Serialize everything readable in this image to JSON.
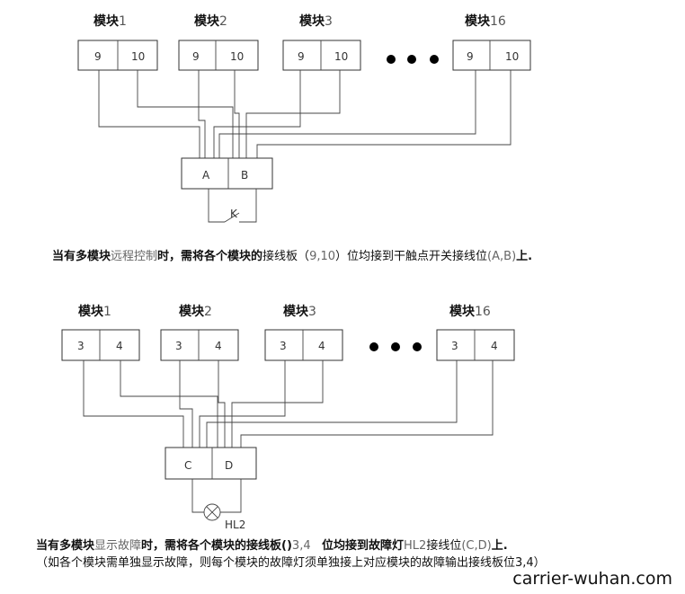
{
  "diagram1": {
    "modules": [
      {
        "name": "模块",
        "num": "1",
        "terminals": [
          "9",
          "10"
        ]
      },
      {
        "name": "模块",
        "num": "2",
        "terminals": [
          "9",
          "10"
        ]
      },
      {
        "name": "模块",
        "num": "3",
        "terminals": [
          "9",
          "10"
        ]
      },
      {
        "name": "模块",
        "num": "16",
        "terminals": [
          "9",
          "10"
        ]
      }
    ],
    "switch_terminals": [
      "A",
      "B"
    ],
    "switch_label": "K",
    "note": {
      "p1": "当有多模块",
      "p2": "远程控制",
      "p3": "时，需将各个模块的",
      "p4": "接线板（",
      "p5": "9,10",
      "p6": "）位均接到",
      "p7": "干触点开关接线位",
      "p8": "(A,B)",
      "p9": "上."
    }
  },
  "diagram2": {
    "modules": [
      {
        "name": "模块",
        "num": "1",
        "terminals": [
          "3",
          "4"
        ]
      },
      {
        "name": "模块",
        "num": "2",
        "terminals": [
          "3",
          "4"
        ]
      },
      {
        "name": "模块",
        "num": "3",
        "terminals": [
          "3",
          "4"
        ]
      },
      {
        "name": "模块",
        "num": "16",
        "terminals": [
          "3",
          "4"
        ]
      }
    ],
    "lamp_terminals": [
      "C",
      "D"
    ],
    "lamp_label": "HL2",
    "note": {
      "p1": "当有多模块",
      "p2": "显示故障",
      "p3": "时，需将各个模块的接线板()",
      "p4": "3,4",
      "p5": "位均接到故障灯",
      "p6": "HL2",
      "p7": "接线位",
      "p8": "(C,D)",
      "p9": "上.",
      "line2": "（如各个模块需单独显示故障，则每个模块的故障灯须单独接上对应模块的故障输出接线板位3,4）"
    }
  },
  "watermark": "carrier-wuhan.com"
}
